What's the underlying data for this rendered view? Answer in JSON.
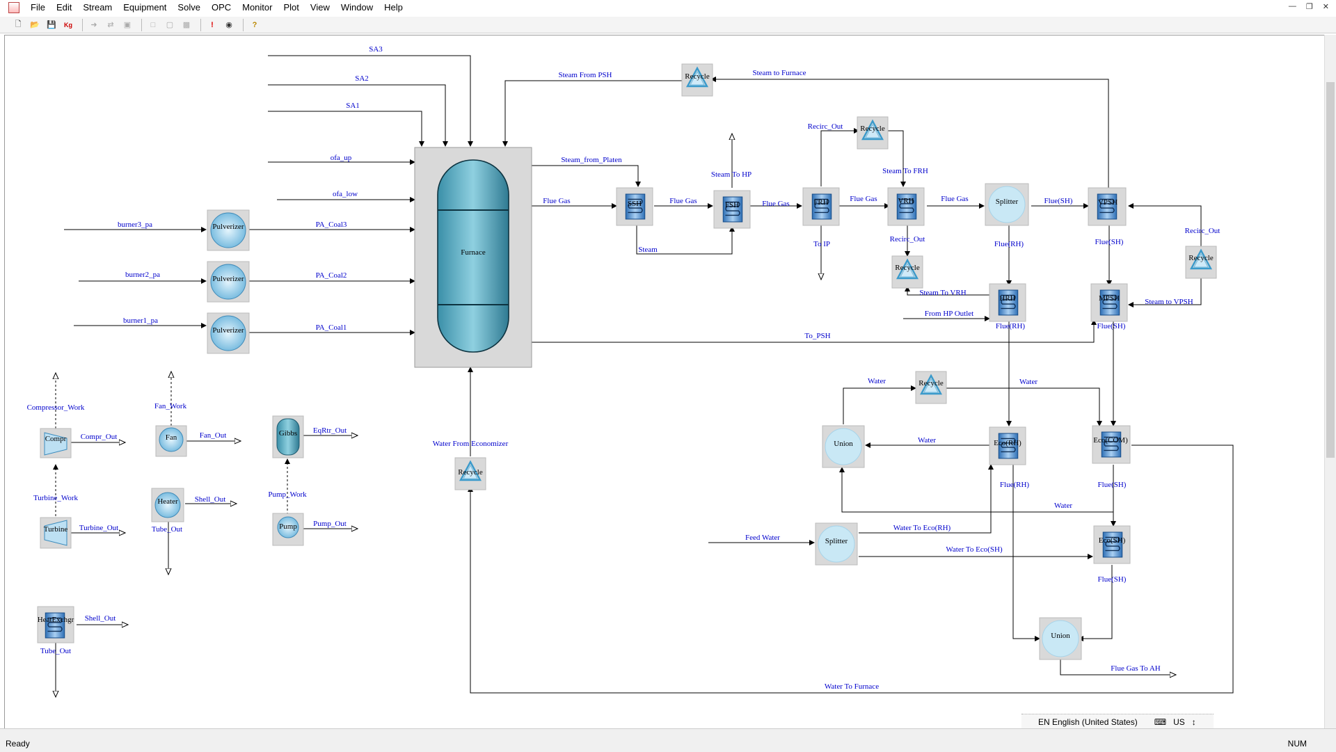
{
  "menu": [
    "File",
    "Edit",
    "Stream",
    "Equipment",
    "Solve",
    "OPC",
    "Monitor",
    "Plot",
    "View",
    "Window",
    "Help"
  ],
  "toolbar_icons": [
    "new-icon",
    "open-icon",
    "save-icon",
    "kg-lb-icon",
    "arrow-icon",
    "stream-icon",
    "group-icon",
    "copy-icon",
    "paste-icon",
    "solve-icon",
    "stop-icon",
    "help-icon"
  ],
  "status": {
    "text": "Ready",
    "num": "NUM",
    "language": "EN English (United States)",
    "keyboard": "US"
  },
  "units": {
    "furnace": "Furnace",
    "pulverizer3": "Pulverizer",
    "pulverizer2": "Pulverizer",
    "pulverizer1": "Pulverizer",
    "compr": "Compr",
    "fan": "Fan",
    "gibbs": "Gibbs",
    "heater": "Heater",
    "turbine": "Turbine",
    "pump": "Pump",
    "heatexchgr": "HeatExchgr",
    "ssh": "SSH",
    "fsh": "FSH",
    "frh": "FRH",
    "vrh": "VRH",
    "vpsh": "VPSH",
    "hrh": "HRH",
    "mpsh": "MPSH",
    "eco_rh": "Eco(RH)",
    "eco_com": "Eco(COM)",
    "eco_sh": "Eco(SH)",
    "splitter1": "Splitter",
    "splitter2": "Splitter",
    "union1": "Union",
    "union2": "Union",
    "recycle": "Recycle"
  },
  "streams": {
    "sa3": "SA3",
    "sa2": "SA2",
    "sa1": "SA1",
    "ofa_up": "ofa_up",
    "ofa_low": "ofa_low",
    "burner3_pa": "burner3_pa",
    "burner2_pa": "burner2_pa",
    "burner1_pa": "burner1_pa",
    "pa_coal3": "PA_Coal3",
    "pa_coal2": "PA_Coal2",
    "pa_coal1": "PA_Coal1",
    "steam_from_psh": "Steam From PSH",
    "steam_to_furnace": "Steam to Furnace",
    "steam_from_platen": "Steam_from_Platen",
    "flue_gas": "Flue Gas",
    "steam": "Steam",
    "steam_to_hp": "Steam To HP",
    "to_ip": "To IP",
    "recirc_out": "Recirc_Out",
    "steam_to_frh": "Steam To FRH",
    "flue_sh": "Flue(SH)",
    "flue_rh": "Flue(RH)",
    "steam_to_vrh": "Steam To VRH",
    "from_hp_outlet": "From HP Outlet",
    "steam_to_vpsh": "Steam to VPSH",
    "to_psh": "To_PSH",
    "compressor_work": "Compressor_Work",
    "compr_out": "Compr_Out",
    "fan_work": "Fan_Work",
    "fan_out": "Fan_Out",
    "eqrtr_out": "EqRtr_Out",
    "shell_out": "Shell_Out",
    "tube_out": "Tube_Out",
    "pump_work": "Pump_Work",
    "pump_out": "Pump_Out",
    "turbine_work": "Turbine_Work",
    "turbine_out": "Turbine_Out",
    "water_from_economizer": "Water From Economizer",
    "water": "Water",
    "feed_water": "Feed Water",
    "water_to_eco_rh": "Water To Eco(RH)",
    "water_to_eco_sh": "Water To Eco(SH)",
    "flue_gas_to_ah": "Flue Gas To AH",
    "water_to_furnace": "Water To Furnace"
  }
}
